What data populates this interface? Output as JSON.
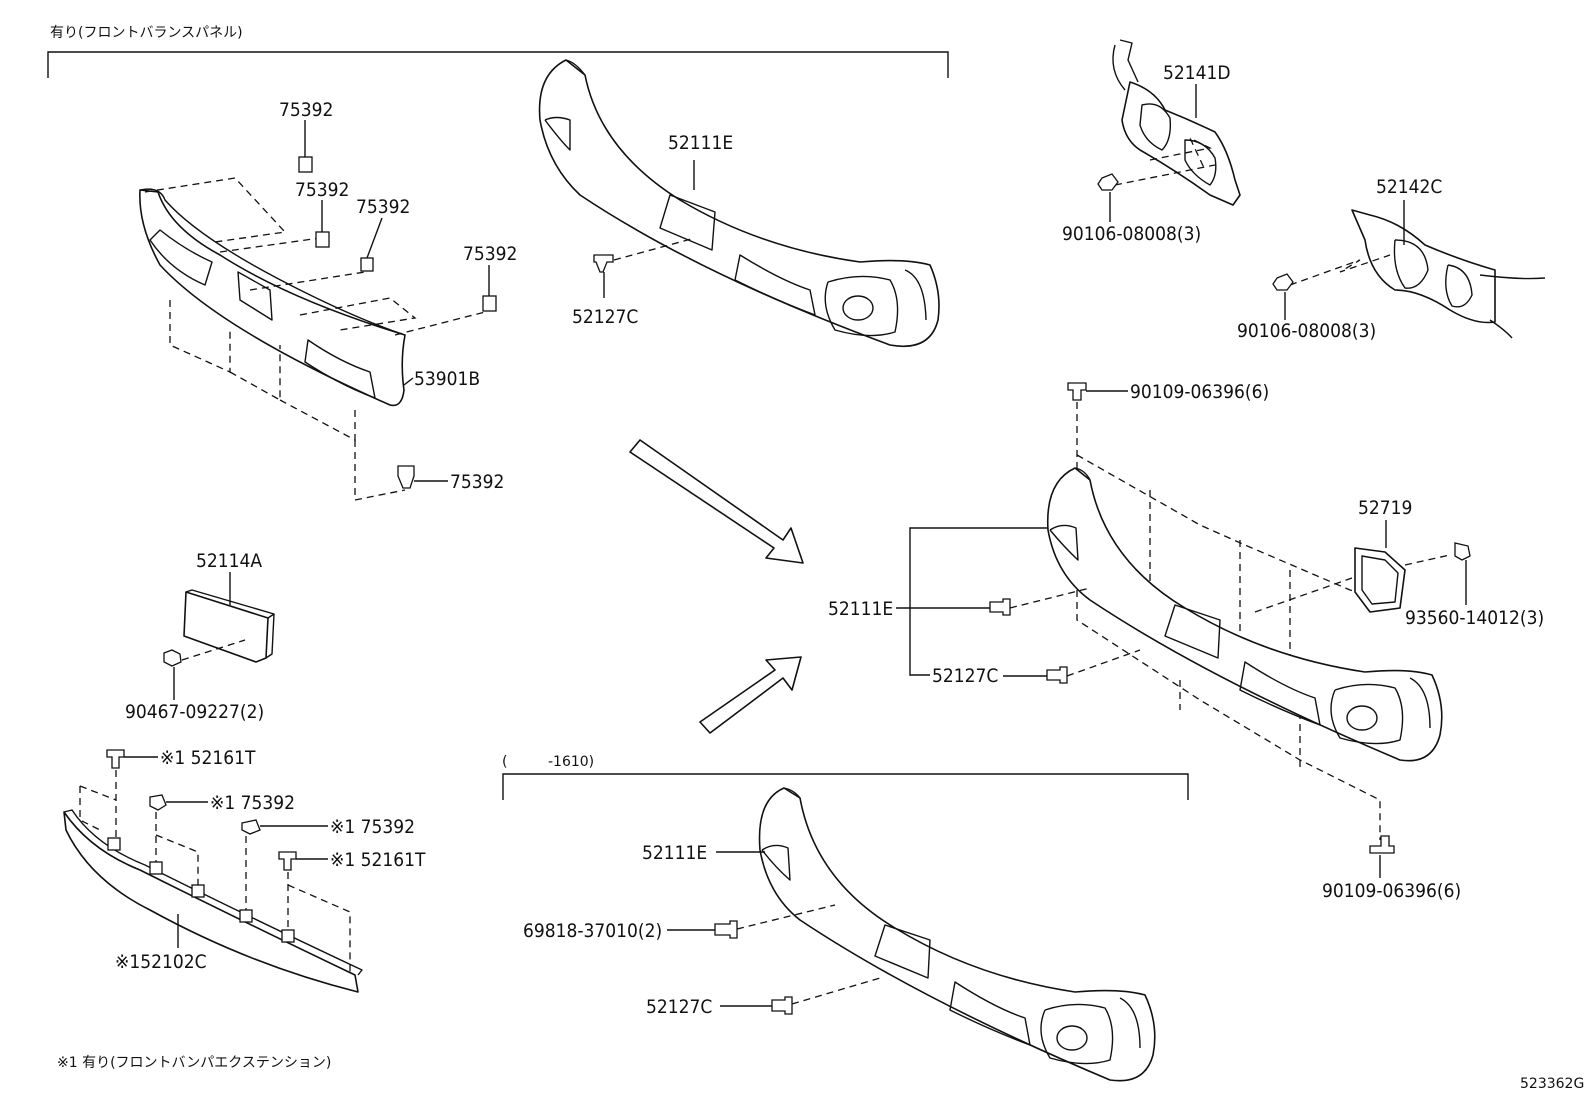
{
  "notes": {
    "top_bracket": "有り(フロントバランスパネル)",
    "date_range_open": "(",
    "date_range": "-1610)",
    "footnote": "※1 有り(フロントバンパエクステンション)",
    "diagram_id": "523362G"
  },
  "labels": {
    "p75392_a": "75392",
    "p75392_b": "75392",
    "p75392_c": "75392",
    "p75392_d": "75392",
    "p75392_e": "75392",
    "p53901b": "53901B",
    "p52111e_top": "52111E",
    "p52127c_top": "52127C",
    "p52141d": "52141D",
    "p90106_a": "90106-08008(3)",
    "p52142c": "52142C",
    "p90106_b": "90106-08008(3)",
    "p90109_top": "90109-06396(6)",
    "p52719": "52719",
    "p93560": "93560-14012(3)",
    "p52111e_right": "52111E",
    "p52127c_right": "52127C",
    "p90109_bottom": "90109-06396(6)",
    "p52114a": "52114A",
    "p90467": "90467-09227(2)",
    "p52161t_a": "※1 52161T",
    "p75392_f": "※1 75392",
    "p75392_g": "※1 75392",
    "p52161t_b": "※1 52161T",
    "p52102c": "※152102C",
    "p52111e_bottom": "52111E",
    "p69818": "69818-37010(2)",
    "p52127c_bottom": "52127C"
  }
}
